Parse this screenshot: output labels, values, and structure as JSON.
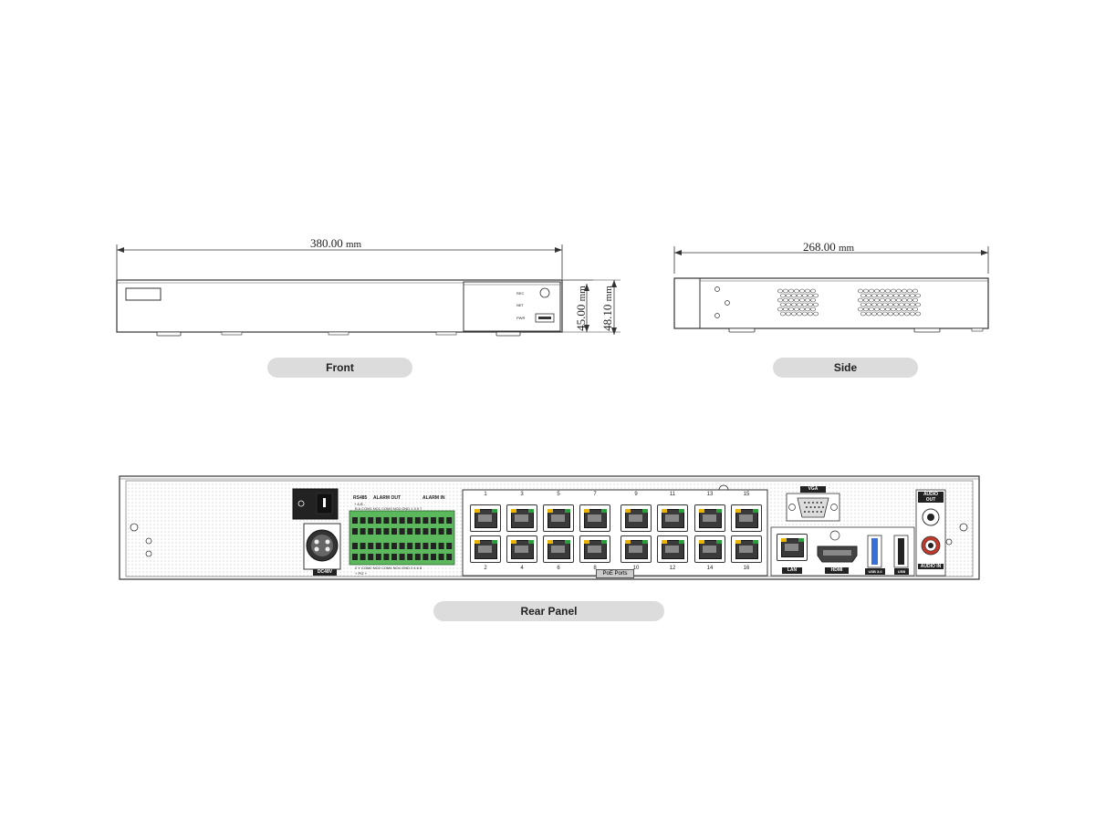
{
  "views": {
    "front_label": "Front",
    "side_label": "Side",
    "rear_label": "Rear Panel"
  },
  "dimensions": {
    "front_width_value": "380.00",
    "side_depth_value": "268.00",
    "height_body_value": "45.00",
    "height_total_value": "48.10",
    "unit": "mm"
  },
  "front_panel": {
    "led_labels": [
      "REC",
      "NET",
      "PWR"
    ]
  },
  "rear_panel": {
    "power_label": "DC48V",
    "rs485_label": "RS485",
    "rs485_pins": "+ A,B -",
    "alarm_out_label": "ALARM OUT",
    "alarm_in_label": "ALARM IN",
    "alarm_top_row": "B  A COM1 NO1 COM3 NO3 GND  1  3  5  7",
    "alarm_bottom_row": "2  Y COM2 NO2 COM4 NO4 GND  2  4  6  8",
    "alarm_bottom_sub": "+ PIZ +",
    "poe_top_numbers": [
      "1",
      "3",
      "5",
      "7",
      "9",
      "11",
      "13",
      "15"
    ],
    "poe_bottom_numbers": [
      "2",
      "4",
      "6",
      "8",
      "10",
      "12",
      "14",
      "16"
    ],
    "poe_label": "PoE Ports",
    "vga_label": "VGA",
    "lan_label": "LAN",
    "hdmi_label": "HDMI",
    "usb3_label": "USB 3.0",
    "usb_label": "USB",
    "audio_out_label": "AUDIO OUT",
    "audio_in_label": "AUDIO IN"
  },
  "colors": {
    "line": "#333333",
    "pill": "#dcdcdc",
    "terminal_green": "#5cb85c",
    "led_yellow": "#e8b400",
    "led_green": "#2a9d3a",
    "usb3_blue": "#3a6fd8",
    "audio_red": "#c0392b"
  }
}
